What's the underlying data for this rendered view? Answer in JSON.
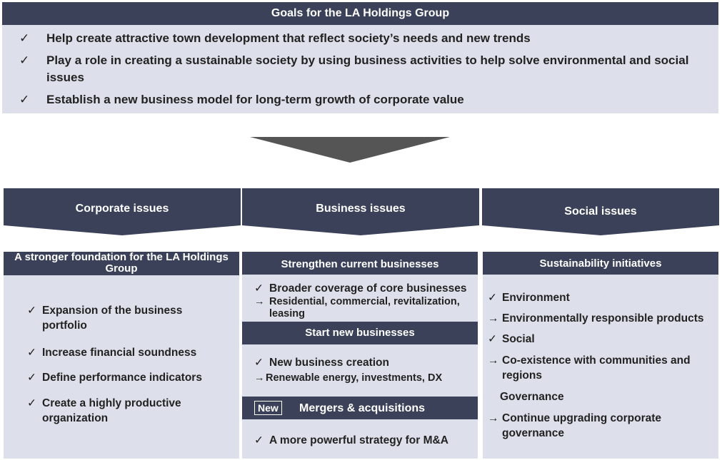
{
  "goals": {
    "title": "Goals for the LA Holdings Group",
    "check_symbol": "✓",
    "items": [
      "Help create attractive town development  that reflect society’s needs and new trends",
      "Play a role in creating a sustainable society by using business activities to help solve environmental and social issues",
      "Establish a new business model for long-term growth of corporate value"
    ]
  },
  "columns": {
    "corporate": {
      "header": "Corporate issues",
      "bar": "A stronger foundation for the LA Holdings Group",
      "items": [
        "Expansion of the business portfolio",
        "Increase financial soundness",
        "Define performance indicators",
        "Create a highly productive organization"
      ]
    },
    "business": {
      "header": "Business issues",
      "sections": {
        "current": {
          "bar": "Strengthen current businesses",
          "item": "Broader coverage of core businesses",
          "sub": "Residential, commercial, revitalization, leasing"
        },
        "new": {
          "bar": "Start new businesses",
          "item": "New business creation",
          "sub": "Renewable energy, investments, DX"
        },
        "ma": {
          "badge": "New",
          "bar": "Mergers & acquisitions",
          "item": "A more powerful strategy for M&A"
        }
      }
    },
    "social": {
      "header": "Social issues",
      "bar": "Sustainability initiatives",
      "environment": "Environment",
      "environment_sub": "Environmentally responsible products",
      "social": "Social",
      "social_sub": "Co-existence with communities and regions",
      "governance": "Governance",
      "governance_sub": "Continue upgrading corporate governance"
    }
  },
  "symbols": {
    "check": "✓",
    "arrow": "→"
  },
  "colors": {
    "dark_navy": "#3b4158",
    "panel_bg": "#dde0ea",
    "arrow_gray": "#555555"
  }
}
